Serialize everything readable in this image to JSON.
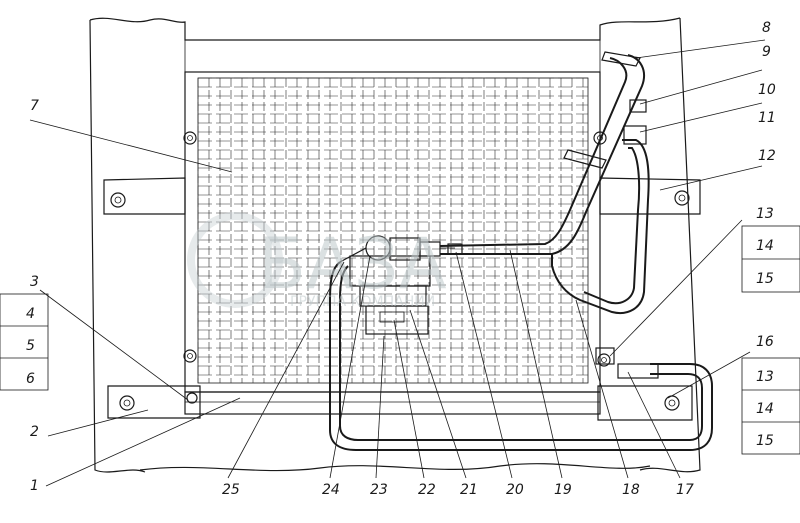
{
  "callouts": [
    {
      "id": "1",
      "text": "1"
    },
    {
      "id": "2",
      "text": "2"
    },
    {
      "id": "3",
      "text": "3"
    },
    {
      "id": "4",
      "text": "4"
    },
    {
      "id": "5",
      "text": "5"
    },
    {
      "id": "6",
      "text": "6"
    },
    {
      "id": "7",
      "text": "7"
    },
    {
      "id": "8",
      "text": "8"
    },
    {
      "id": "9",
      "text": "9"
    },
    {
      "id": "10",
      "text": "10"
    },
    {
      "id": "11",
      "text": "11"
    },
    {
      "id": "12",
      "text": "12"
    },
    {
      "id": "13a",
      "text": "13"
    },
    {
      "id": "14a",
      "text": "14"
    },
    {
      "id": "15a",
      "text": "15"
    },
    {
      "id": "16",
      "text": "16"
    },
    {
      "id": "13b",
      "text": "13"
    },
    {
      "id": "14b",
      "text": "14"
    },
    {
      "id": "15b",
      "text": "15"
    },
    {
      "id": "17",
      "text": "17"
    },
    {
      "id": "18",
      "text": "18"
    },
    {
      "id": "19",
      "text": "19"
    },
    {
      "id": "20",
      "text": "20"
    },
    {
      "id": "21",
      "text": "21"
    },
    {
      "id": "22",
      "text": "22"
    },
    {
      "id": "23",
      "text": "23"
    },
    {
      "id": "24",
      "text": "24"
    },
    {
      "id": "25",
      "text": "25"
    }
  ],
  "watermark": {
    "brand": "БАЗА",
    "tagline": "ГРУППА КОМПАНИЙ"
  }
}
